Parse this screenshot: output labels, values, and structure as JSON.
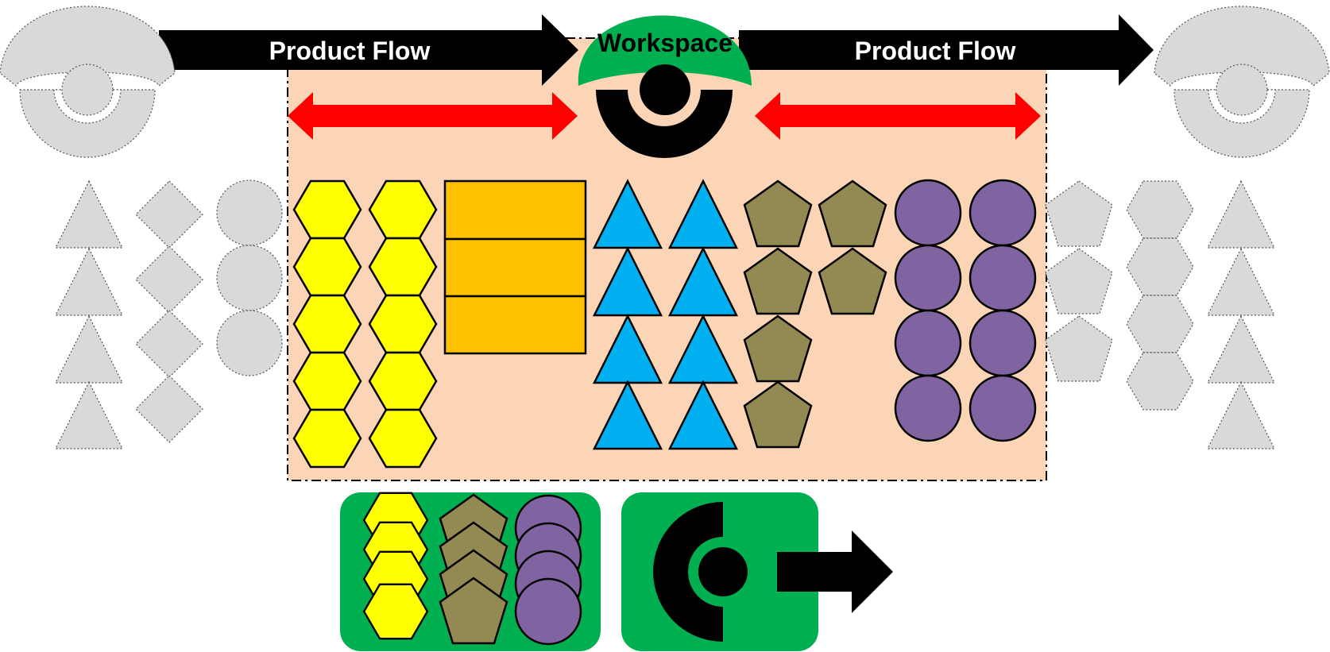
{
  "labels": {
    "flow_left": "Product Flow",
    "flow_right": "Product Flow",
    "workspace": "Workspace"
  },
  "colors": {
    "flow_arrow": "#000000",
    "workspace_area": "#fbd5b5",
    "workspace_cap": "#00b050",
    "reach_arrow": "#ff0000",
    "hexagon": "#ffff00",
    "rectangle": "#ffc000",
    "triangle": "#00b0f0",
    "pentagon": "#938953",
    "circle": "#8064a2",
    "ghost": "#d9d9d9",
    "kit_panel": "#00b050"
  },
  "icons": [
    "operator-upstream-icon",
    "operator-downstream-icon",
    "workspace-operator-icon",
    "kit-operator-icon",
    "kit-exit-arrow-icon"
  ]
}
